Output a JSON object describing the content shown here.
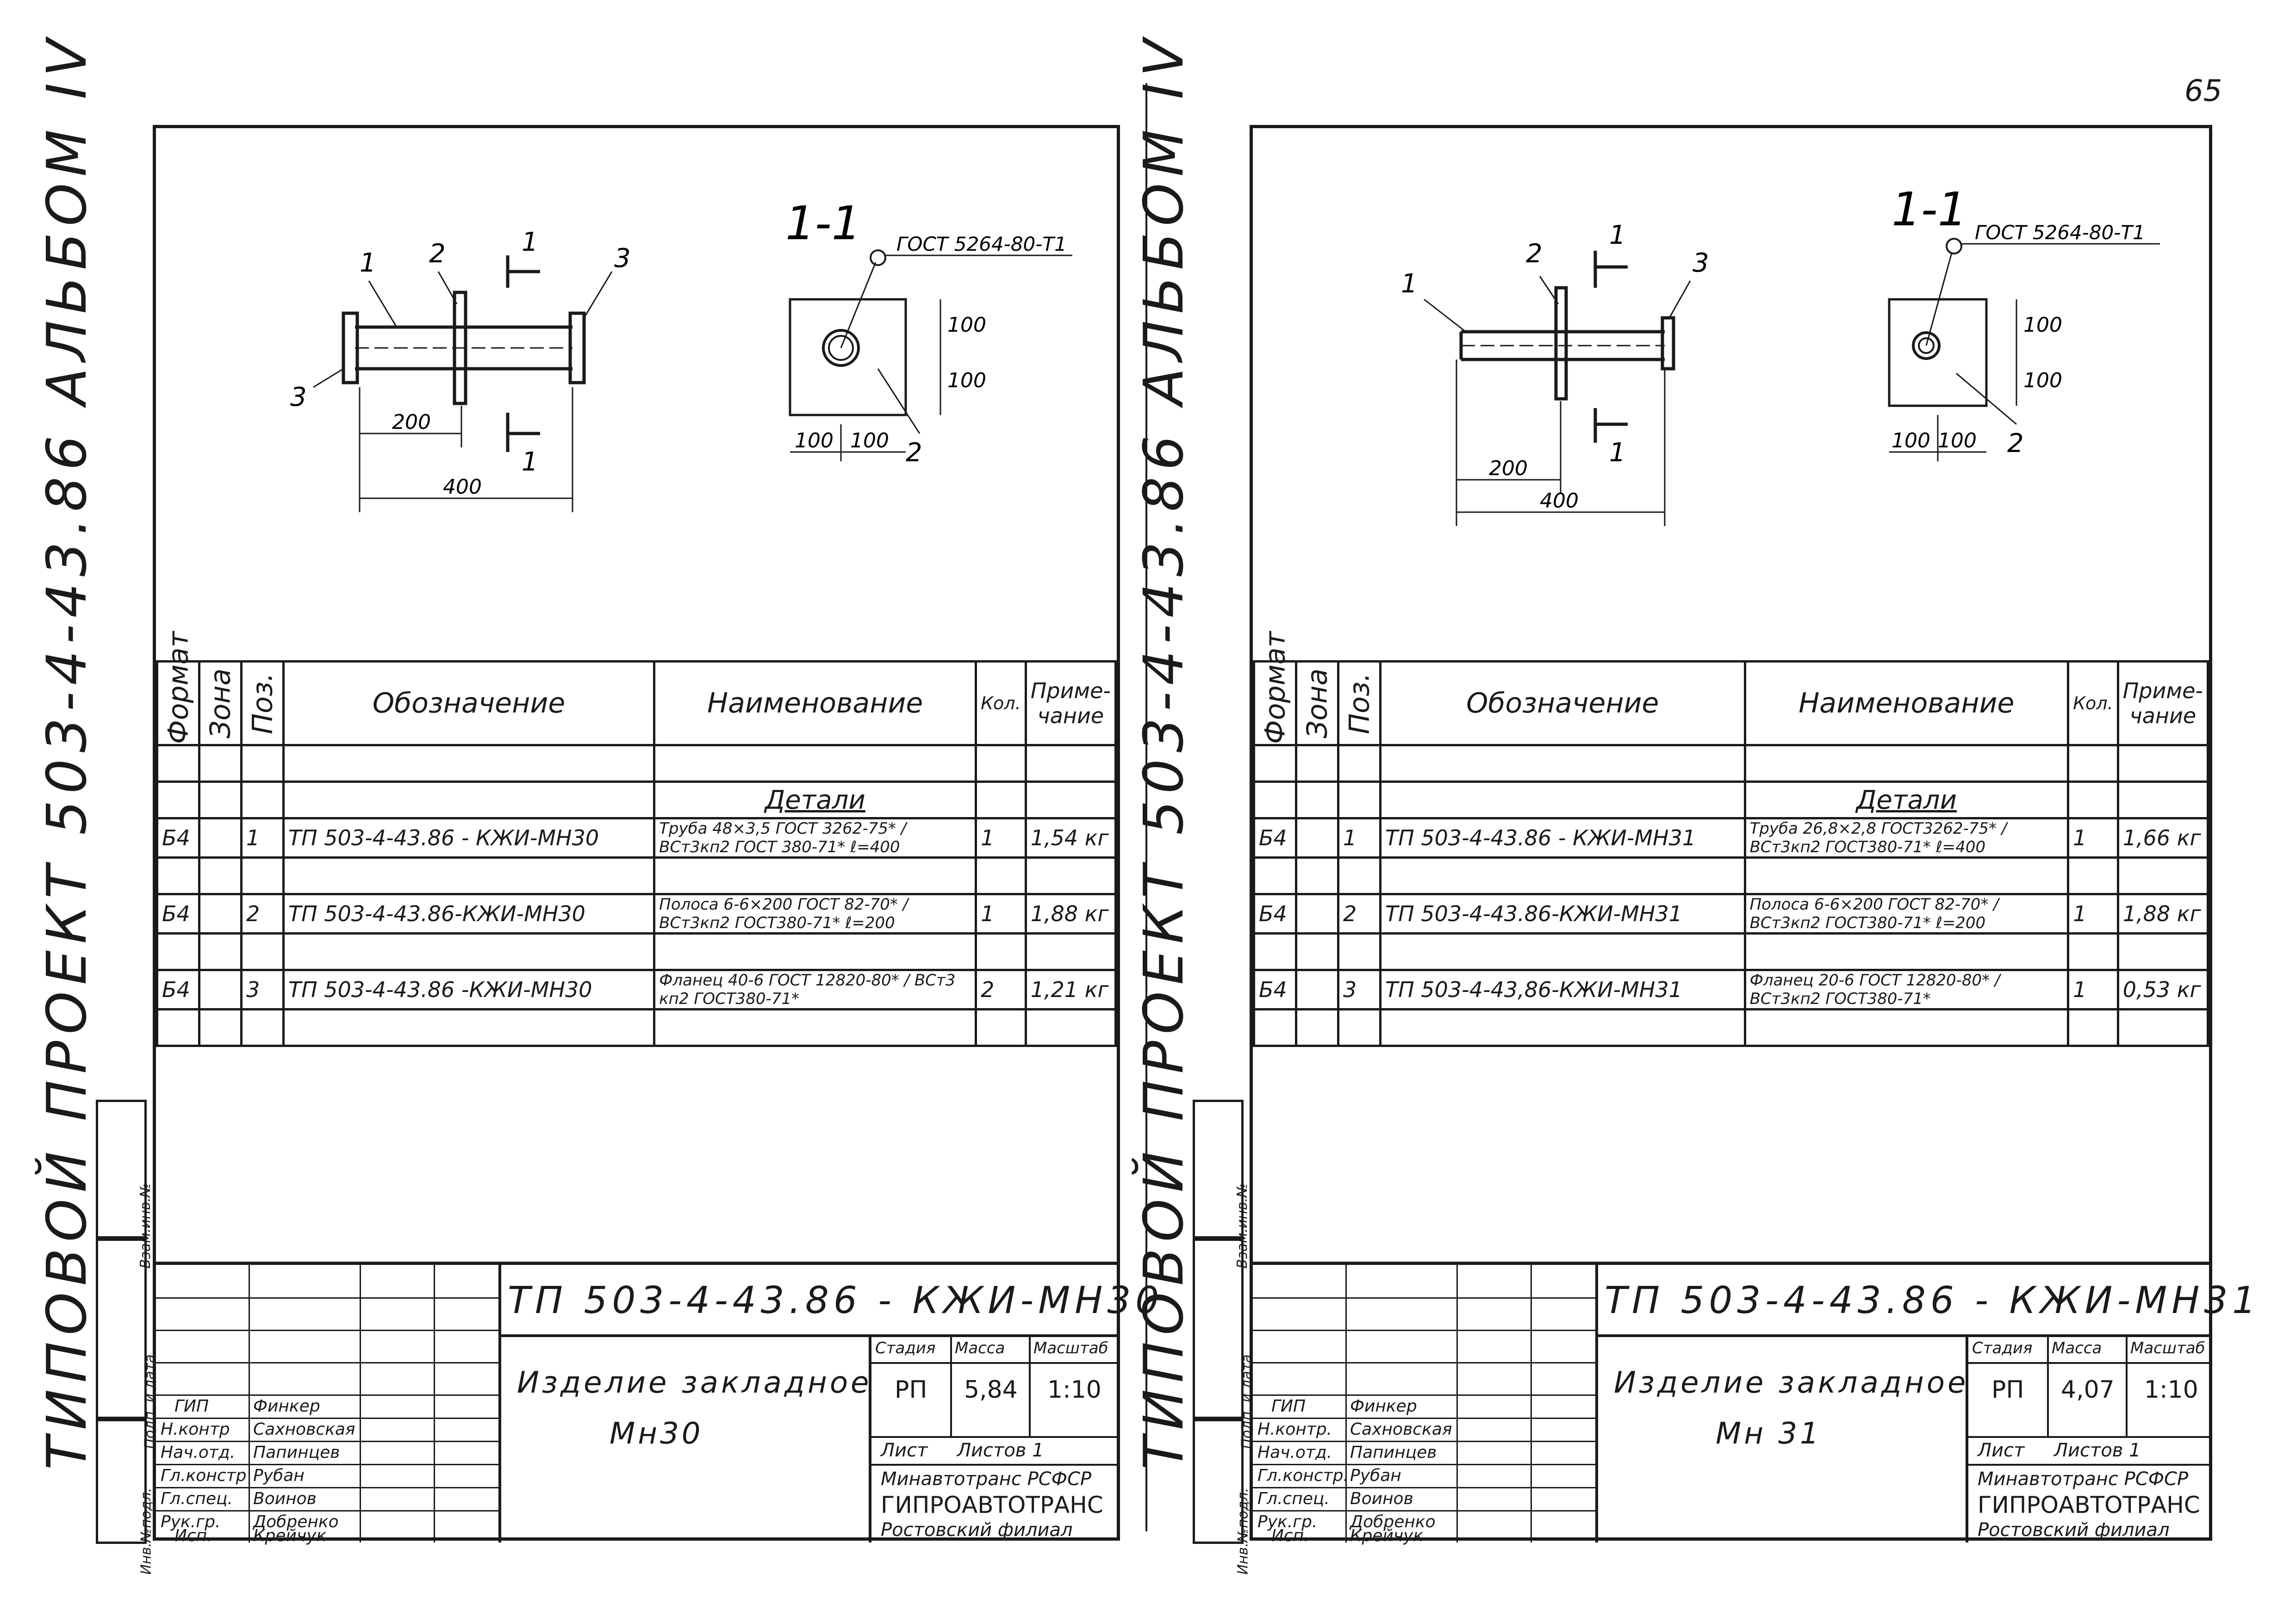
{
  "page_number": "65",
  "sheets": [
    {
      "side_title": "ТИПОВОЙ  ПРОЕКТ  503-4-43.86  АЛЬБОМ IV",
      "side_stamps": [
        "Взам.инв.№",
        "Подп. и дата",
        "Инв.№подл."
      ],
      "section_label": "1-1",
      "weld_label": "ГОСТ 5264-80-Т1",
      "dims": {
        "d200": "200",
        "d400": "400",
        "d100a": "100",
        "d100b": "100",
        "d100c": "100",
        "d100d": "100"
      },
      "markers": {
        "p1": "1",
        "p2": "2",
        "p3": "3",
        "p3b": "3",
        "p2b": "2",
        "s1a": "1",
        "s1b": "1"
      },
      "headers": {
        "format": "Формат",
        "zone": "Зона",
        "pos": "Поз.",
        "designation": "Обозначение",
        "name": "Наименование",
        "qty": "Кол.",
        "note": "Приме-чание"
      },
      "section_title": "Детали",
      "rows": [
        {
          "format": "Б4",
          "pos": "1",
          "designation": "ТП 503-4-43.86 - КЖИ-МН30",
          "name_main": "Труба",
          "name_top": "48×3,5 ГОСТ 3262-75*",
          "name_bottom": "ВСт3кп2 ГОСТ 380-71*",
          "length": "ℓ=400",
          "qty": "1",
          "note": "1,54 кг"
        },
        {
          "format": "Б4",
          "pos": "2",
          "designation": "ТП 503-4-43.86-КЖИ-МН30",
          "name_main": "Полоса",
          "name_top": "6-6×200 ГОСТ 82-70*",
          "name_bottom": "ВСт3кп2 ГОСТ380-71*",
          "length": "ℓ=200",
          "qty": "1",
          "note": "1,88 кг"
        },
        {
          "format": "Б4",
          "pos": "3",
          "designation": "ТП 503-4-43.86 -КЖИ-МН30",
          "name_main": "Фланец",
          "name_top": "40-6 ГОСТ 12820-80*",
          "name_bottom": "ВСт3 кп2 ГОСТ380-71*",
          "length": "",
          "qty": "2",
          "note": "1,21 кг"
        }
      ],
      "code": "ТП   503-4-43.86  -   КЖИ-МН30",
      "item_name": "Изделие  закладное",
      "item_mark": "Мн30",
      "staff_roles": [
        "ГИП",
        "Н.контр",
        "Нач.отд.",
        "Гл.констр",
        "Гл.спец.",
        "Рук.гр.",
        "Исп."
      ],
      "staff_names": [
        "Финкер",
        "Сахновская",
        "Папинцев",
        "Рубан",
        "Воинов",
        "Добренко",
        "Крейчук"
      ],
      "stage_header": "Стадия",
      "mass_header": "Масса",
      "scale_header": "Масштаб",
      "stage": "РП",
      "mass": "5,84",
      "scale": "1:10",
      "sheet_label": "Лист",
      "sheets_label": "Листов 1",
      "org_1": "Минавтотранс РСФСР",
      "org_2": "ГИПРОАВТОТРАНС",
      "org_3": "Ростовский филиал"
    },
    {
      "side_title": "ТИПОВОЙ  ПРОЕКТ  503-4-43.86  АЛЬБОМ IV",
      "side_stamps": [
        "Взам.инв.№",
        "Подп. и дата",
        "Инв.№подл."
      ],
      "section_label": "1-1",
      "weld_label": "ГОСТ 5264-80-Т1",
      "dims": {
        "d200": "200",
        "d400": "400",
        "d100a": "100",
        "d100b": "100",
        "d100c": "100",
        "d100d": "100"
      },
      "markers": {
        "p1": "1",
        "p2": "2",
        "p3": "3",
        "p2b": "2",
        "s1a": "1",
        "s1b": "1"
      },
      "headers": {
        "format": "Формат",
        "zone": "Зона",
        "pos": "Поз.",
        "designation": "Обозначение",
        "name": "Наименование",
        "qty": "Кол.",
        "note": "Приме-чание"
      },
      "section_title": "Детали",
      "rows": [
        {
          "format": "Б4",
          "pos": "1",
          "designation": "ТП 503-4-43.86 - КЖИ-МН31",
          "name_main": "Труба",
          "name_top": "26,8×2,8 ГОСТ3262-75*",
          "name_bottom": "ВСт3кп2 ГОСТ380-71*",
          "length": "ℓ=400",
          "qty": "1",
          "note": "1,66 кг"
        },
        {
          "format": "Б4",
          "pos": "2",
          "designation": "ТП 503-4-43.86-КЖИ-МН31",
          "name_main": "Полоса",
          "name_top": "6-6×200 ГОСТ 82-70*",
          "name_bottom": "ВСт3кп2 ГОСТ380-71*",
          "length": "ℓ=200",
          "qty": "1",
          "note": "1,88 кг"
        },
        {
          "format": "Б4",
          "pos": "3",
          "designation": "ТП 503-4-43,86-КЖИ-МН31",
          "name_main": "Фланец",
          "name_top": "20-6 ГОСТ 12820-80*",
          "name_bottom": "ВСт3кп2 ГОСТ380-71*",
          "length": "",
          "qty": "1",
          "note": "0,53 кг"
        }
      ],
      "code": "ТП   503-4-43.86  -   КЖИ-МН31",
      "item_name": "Изделие  закладное",
      "item_mark": "Мн 31",
      "staff_roles": [
        "ГИП",
        "Н.контр.",
        "Нач.отд.",
        "Гл.констр.",
        "Гл.спец.",
        "Рук.гр.",
        "Исп."
      ],
      "staff_names": [
        "Финкер",
        "Сахновская",
        "Папинцев",
        "Рубан",
        "Воинов",
        "Добренко",
        "Крейчук"
      ],
      "stage_header": "Стадия",
      "mass_header": "Масса",
      "scale_header": "Масштаб",
      "stage": "РП",
      "mass": "4,07",
      "scale": "1:10",
      "sheet_label": "Лист",
      "sheets_label": "Листов 1",
      "org_1": "Минавтотранс РСФСР",
      "org_2": "ГИПРОАВТОТРАНС",
      "org_3": "Ростовский филиал"
    }
  ]
}
